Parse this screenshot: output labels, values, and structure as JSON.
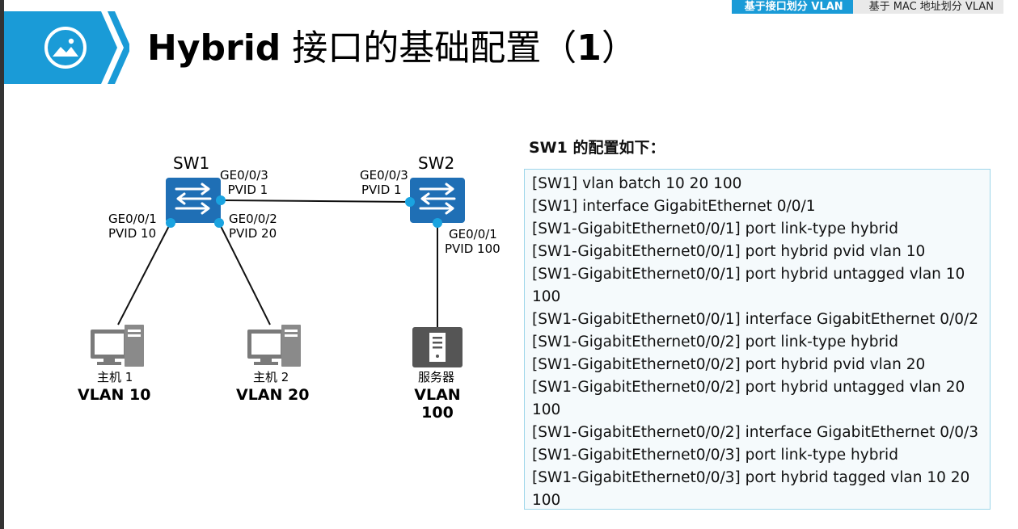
{
  "nav": {
    "active_label": "基于接口划分 VLAN",
    "inactive_label": "基于 MAC 地址划分 VLAN"
  },
  "header": {
    "title_bold": "Hybrid",
    "title_rest": " 接口的基础配置（",
    "title_num": "1",
    "title_end": "）",
    "badge_icon": "image-icon"
  },
  "colors": {
    "accent": "#1a9bd7",
    "switch_fill": "#1f6fb5",
    "port_dot": "#1aa3e0",
    "box_border": "#9dd6ea"
  },
  "diagram": {
    "sw1": {
      "name": "SW1",
      "icon": "switch-icon"
    },
    "sw2": {
      "name": "SW2",
      "icon": "switch-icon"
    },
    "ports": {
      "sw1_ge3": {
        "port": "GE0/0/3",
        "pvid": "PVID 1"
      },
      "sw1_ge1": {
        "port": "GE0/0/1",
        "pvid": "PVID 10"
      },
      "sw1_ge2": {
        "port": "GE0/0/2",
        "pvid": "PVID 20"
      },
      "sw2_ge3": {
        "port": "GE0/0/3",
        "pvid": "PVID 1"
      },
      "sw2_ge1": {
        "port": "GE0/0/1",
        "pvid": "PVID 100"
      }
    },
    "host1": {
      "name": "主机 1",
      "vlan": "VLAN 10",
      "icon": "pc-icon"
    },
    "host2": {
      "name": "主机 2",
      "vlan": "VLAN 20",
      "icon": "pc-icon"
    },
    "server": {
      "name": "服务器",
      "vlan_line1": "VLAN",
      "vlan_line2": "100",
      "icon": "server-icon"
    }
  },
  "config": {
    "heading": "SW1 的配置如下：",
    "lines": [
      "[SW1] vlan batch 10 20 100",
      "[SW1] interface GigabitEthernet 0/0/1",
      "[SW1-GigabitEthernet0/0/1] port link-type hybrid",
      "[SW1-GigabitEthernet0/0/1] port hybrid pvid vlan 10",
      "[SW1-GigabitEthernet0/0/1] port hybrid untagged vlan 10 100",
      "[SW1-GigabitEthernet0/0/1] interface GigabitEthernet 0/0/2",
      "[SW1-GigabitEthernet0/0/2] port link-type hybrid",
      "[SW1-GigabitEthernet0/0/2] port hybrid pvid vlan 20",
      "[SW1-GigabitEthernet0/0/2] port hybrid untagged vlan 20 100",
      "[SW1-GigabitEthernet0/0/2] interface GigabitEthernet 0/0/3",
      "[SW1-GigabitEthernet0/0/3] port link-type hybrid",
      "[SW1-GigabitEthernet0/0/3] port hybrid tagged vlan 10 20 100"
    ]
  }
}
